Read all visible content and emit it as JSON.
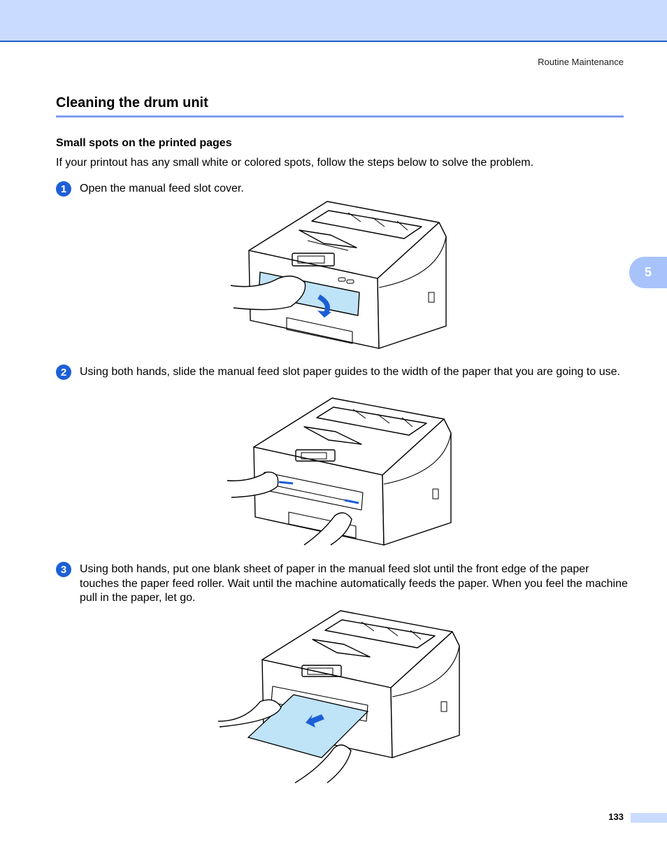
{
  "header": {
    "running_title": "Routine Maintenance"
  },
  "section": {
    "title": "Cleaning the drum unit"
  },
  "subsection": {
    "title": "Small spots on the printed pages"
  },
  "intro": "If your printout has any small white or colored spots, follow the steps below to solve the problem.",
  "steps": [
    {
      "number": "1",
      "text": "Open the manual feed slot cover."
    },
    {
      "number": "2",
      "text": "Using both hands, slide the manual feed slot paper guides to the width of the paper that you are going to use."
    },
    {
      "number": "3",
      "text": "Using both hands, put one blank sheet of paper in the manual feed slot until the front edge of the paper touches the paper feed roller. Wait until the machine automatically feeds the paper. When you feel the machine pull in the paper, let go."
    }
  ],
  "chapter_tab": "5",
  "footer": {
    "page_number": "133"
  },
  "colors": {
    "accent_blue": "#1c5fd6",
    "header_band": "#c9dcff",
    "highlight_fill": "#bfe3f7",
    "rule": "#7f9ef0"
  }
}
